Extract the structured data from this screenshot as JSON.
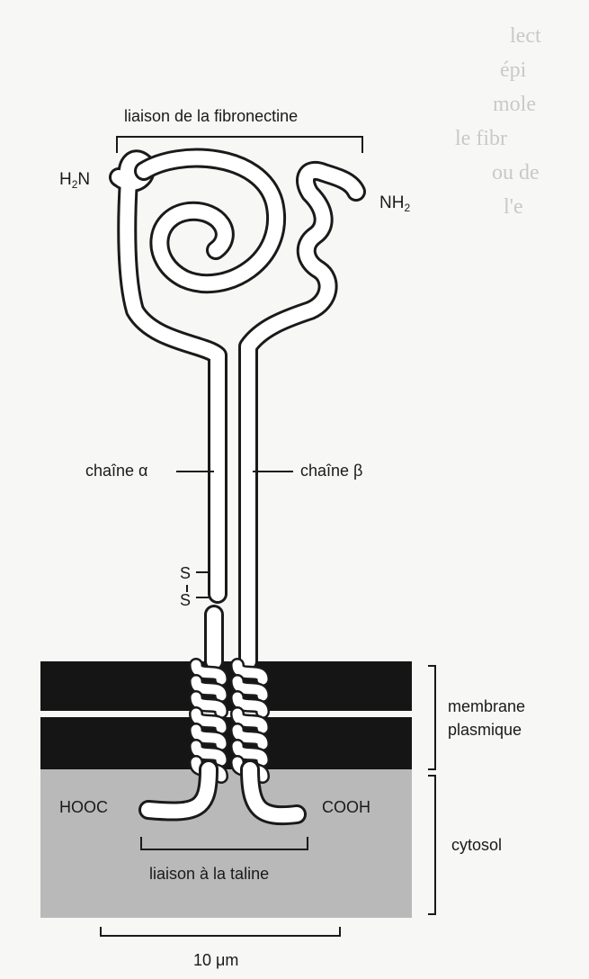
{
  "labels": {
    "fibronectin_binding": "liaison de la fibronectine",
    "h2n_main": "H",
    "h2n_sub": "2",
    "h2n_tail": "N",
    "nh2_main": "NH",
    "nh2_sub": "2",
    "alpha_chain": "chaîne α",
    "beta_chain": "chaîne β",
    "s_top": "S",
    "s_bottom": "S",
    "membrane_line1": "membrane",
    "membrane_line2": "plasmique",
    "hooc": "HOOC",
    "cooh": "COOH",
    "cytosol": "cytosol",
    "talin_binding": "liaison à la taline",
    "scale": "10 μm"
  },
  "bleed_text": [
    "lect",
    "épi",
    "mole",
    "le fibr",
    "ou de",
    "l'e"
  ],
  "colors": {
    "membrane": "#151515",
    "cytosol": "#b9b9b9",
    "ink": "#1a1a1a",
    "paper": "#f7f7f5"
  }
}
